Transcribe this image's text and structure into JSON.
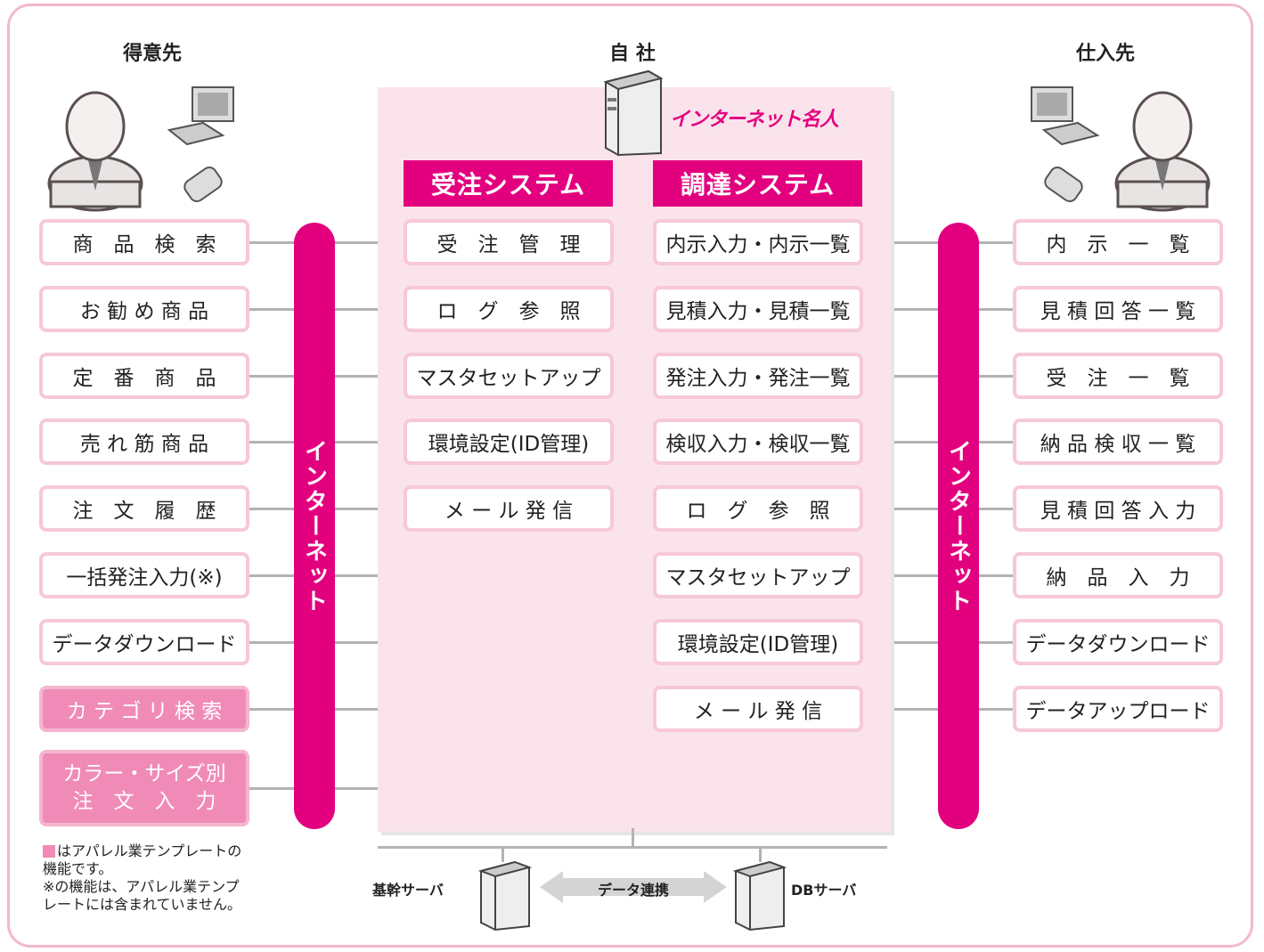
{
  "titles": {
    "customers": "得意先",
    "company": "自 社",
    "suppliers": "仕入先"
  },
  "logo_text": "インターネット名人",
  "order_system": {
    "header": "受注システム",
    "items": [
      "受　注　管　理",
      "ロ　グ　参　照",
      "マスタセットアップ",
      "環境設定(ID管理)",
      "メ ー ル 発 信"
    ]
  },
  "procurement_system": {
    "header": "調達システム",
    "items": [
      "内示入力・内示一覧",
      "見積入力・見積一覧",
      "発注入力・発注一覧",
      "検収入力・検収一覧",
      "ロ　グ　参　照",
      "マスタセットアップ",
      "環境設定(ID管理)",
      "メ ー ル 発 信"
    ]
  },
  "customer_features": {
    "items": [
      "商　品　検　索",
      "お 勧 め 商 品",
      "定　番　商　品",
      "売 れ 筋 商 品",
      "注　文　履　歴",
      "一括発注入力(※)",
      "データダウンロード"
    ],
    "apparel_items": [
      "カ テ ゴ リ 検 索"
    ],
    "apparel_tall_lines": [
      "カラー・サイズ別",
      "注　文　入　力"
    ]
  },
  "supplier_features": {
    "items": [
      "内　示　一　覧",
      "見 積 回 答 一 覧",
      "受　注　一　覧",
      "納 品 検 収 一 覧",
      "見 積 回 答 入 力",
      "納　品　入　力",
      "データダウンロード",
      "データアップロード"
    ]
  },
  "internet_label": "インターネット",
  "servers": {
    "core": "基幹サーバ",
    "link": "データ連携",
    "db": "DBサーバ"
  },
  "notes": [
    "はアパレル業テンプレートの",
    "機能です。",
    "※の機能は、アパレル業テンプ",
    "レートには含まれていません。"
  ],
  "colors": {
    "accent": "#e3007f",
    "apparel": "#f08bb8",
    "panel": "#fbe3eb"
  }
}
